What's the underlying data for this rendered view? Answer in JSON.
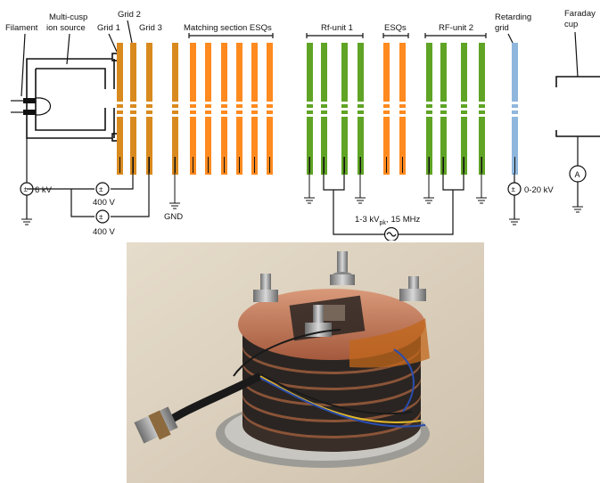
{
  "labels": {
    "filament": "Filament",
    "multicusp_l1": "Multi-cusp",
    "multicusp_l2": "ion source",
    "grid1": "Grid 1",
    "grid2": "Grid 2",
    "grid3": "Grid 3",
    "matching": "Matching section ESQs",
    "rf1": "Rf-unit 1",
    "esqs": "ESQs",
    "rf2": "RF-unit 2",
    "retarding_l1": "Retarding",
    "retarding_l2": "grid",
    "faraday_l1": "Faraday",
    "faraday_l2": "cup",
    "v_source": "6 kV",
    "v_grid2": "400 V",
    "v_grid3": "400 V",
    "gnd": "GND",
    "rf_voltage_main": "1-3 kV",
    "rf_voltage_sub": "pk",
    "rf_voltage_sep": ",",
    "rf_freq": "15 MHz",
    "v_retard": "0-20 kV",
    "ammeter": "A"
  },
  "colors": {
    "grid_orange": "#D98A1E",
    "esq_orange": "#FF8A1F",
    "rf_green": "#5FA425",
    "retard_blue": "#8FB7DD",
    "wire": "#111111"
  },
  "photo": {
    "description_icon": "photo-of-rf-stack-icon"
  }
}
